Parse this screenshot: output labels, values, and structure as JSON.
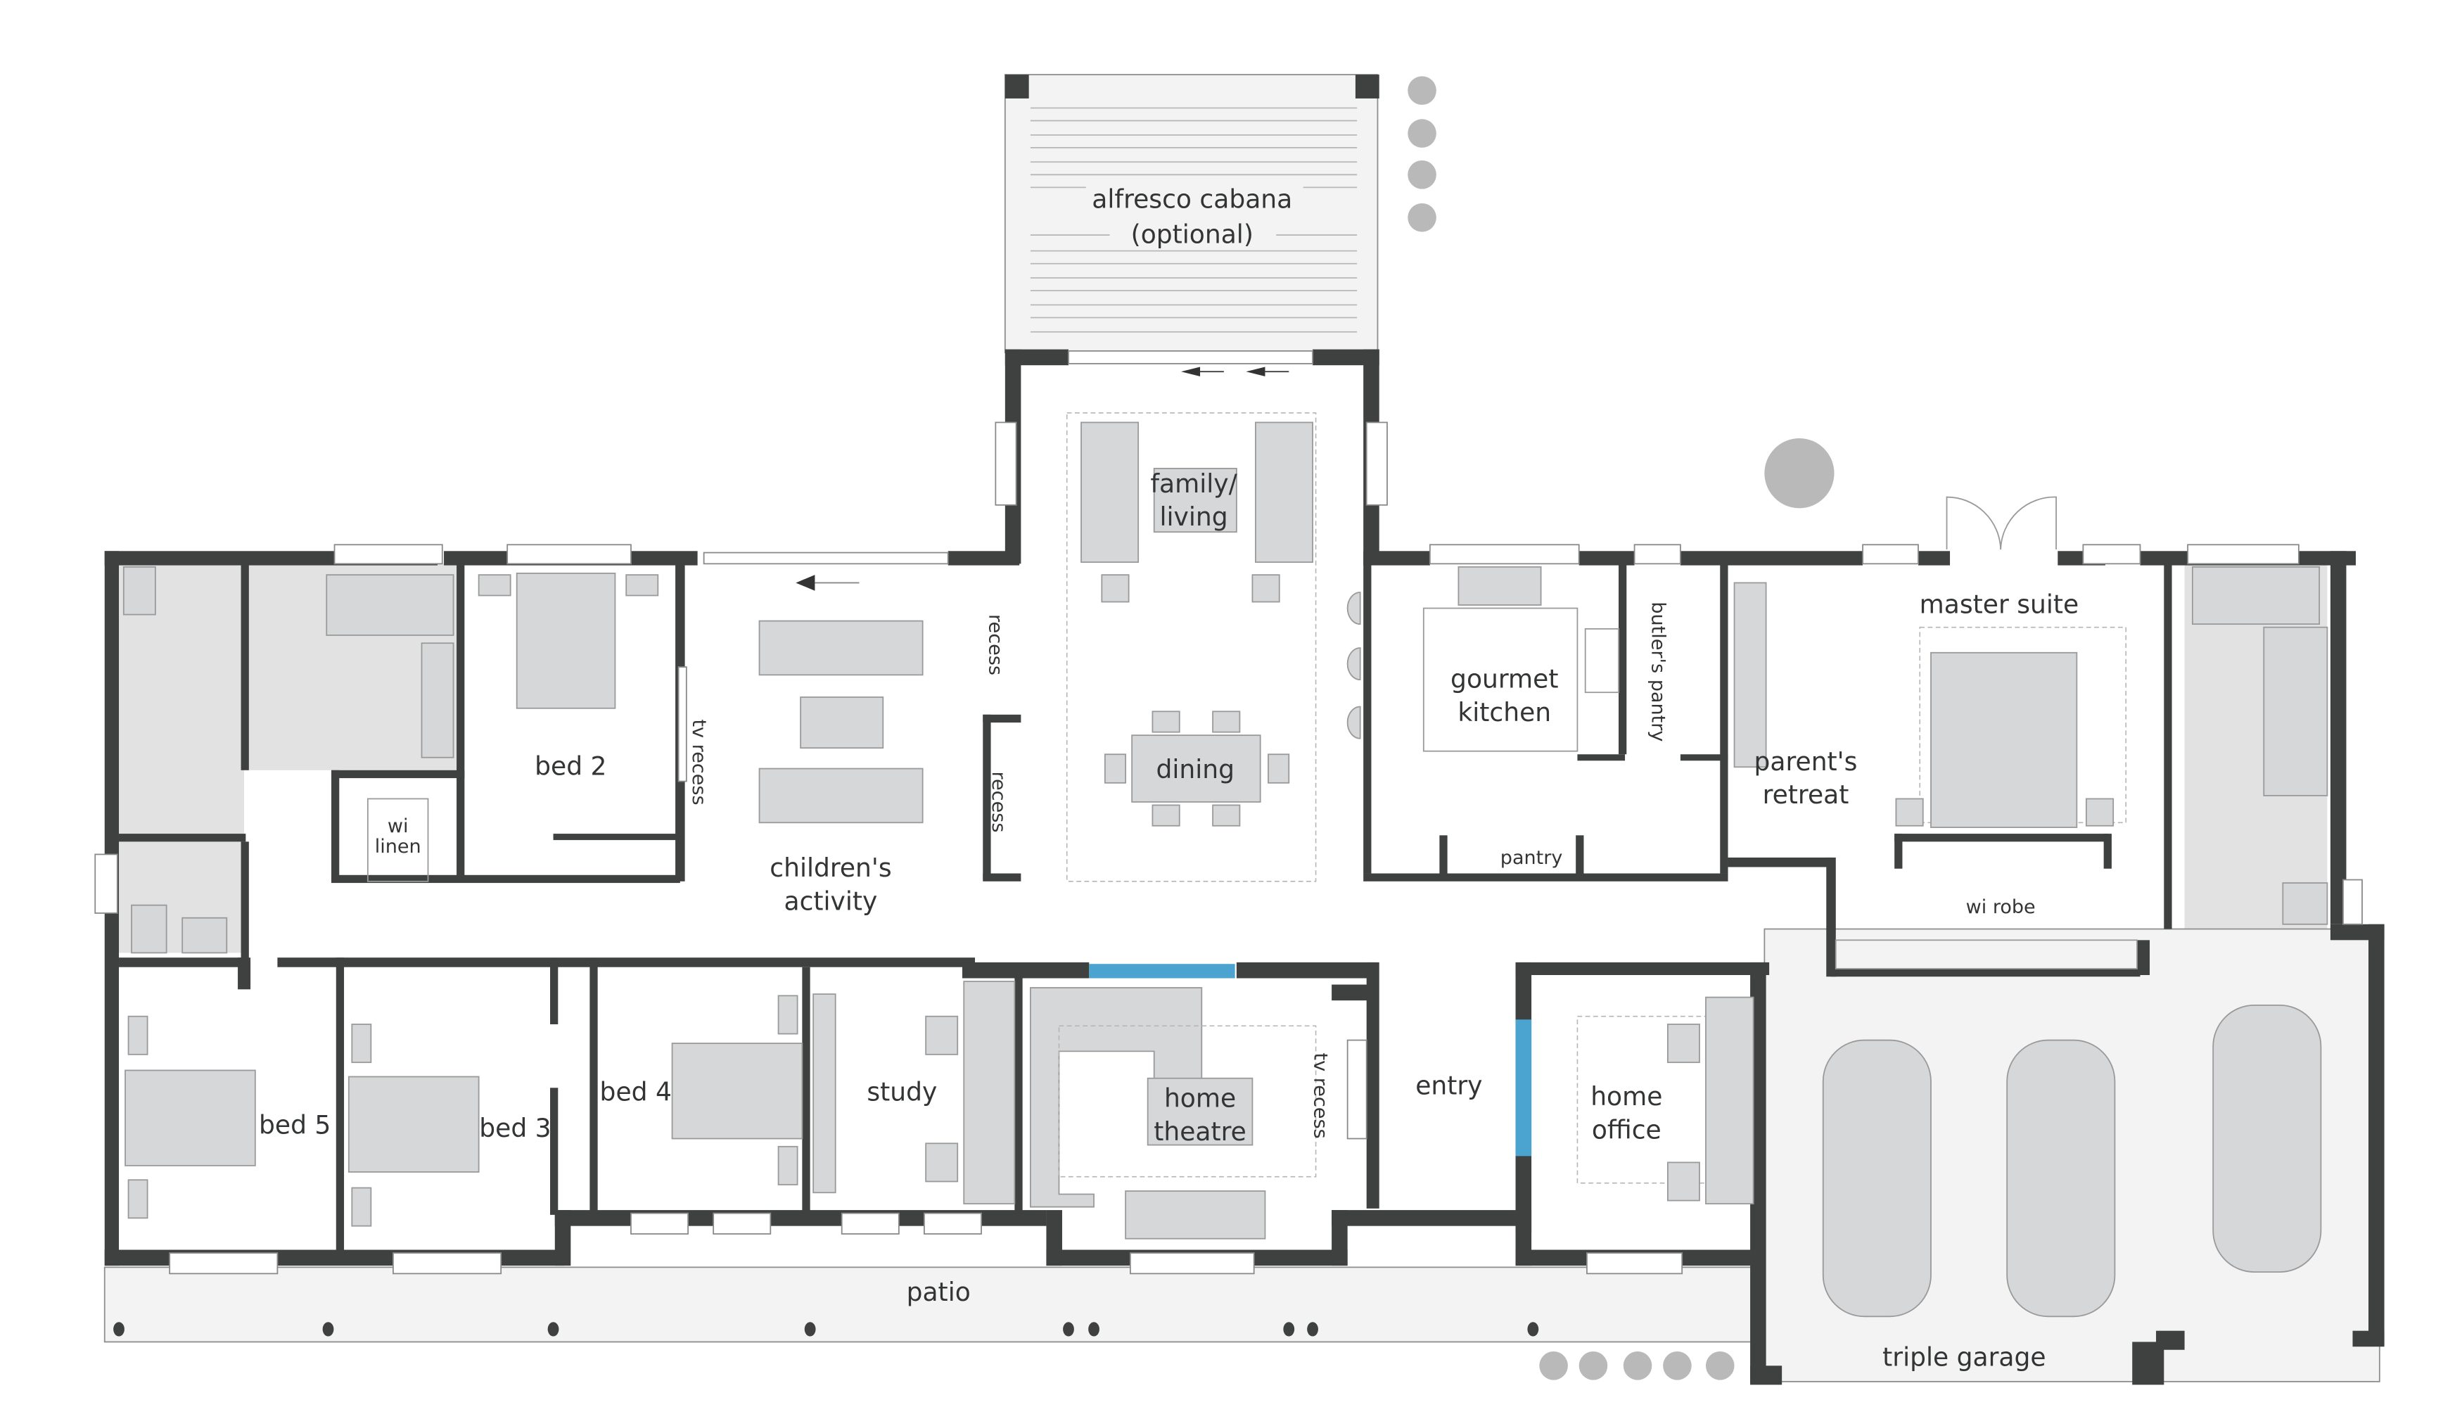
{
  "plan": {
    "colors": {
      "wall": "#3f4141",
      "accent_blue": "#4ba3cf",
      "furniture": "#d6d7d8",
      "outdoor": "#f3f3f3",
      "plant": "#b9b9b9"
    },
    "rooms": {
      "alfresco": {
        "line1": "alfresco cabana",
        "line2": "(optional)"
      },
      "family": {
        "line1": "family/",
        "line2": "living"
      },
      "dining": "dining",
      "kitchen": {
        "line1": "gourmet",
        "line2": "kitchen"
      },
      "butlers_pantry": "butler's pantry",
      "pantry": "pantry",
      "master": "master suite",
      "retreat": {
        "line1": "parent's",
        "line2": "retreat"
      },
      "wi_robe": "wi robe",
      "bed2": "bed 2",
      "wi_linen": {
        "line1": "wi",
        "line2": "linen"
      },
      "childrens": {
        "line1": "children's",
        "line2": "activity"
      },
      "recess_upper": "recess",
      "recess_lower": "recess",
      "tv_recess_activity": "tv recess",
      "tv_recess_theatre": "tv recess",
      "bed5": "bed 5",
      "bed3": "bed 3",
      "bed4": "bed 4",
      "study": "study",
      "theatre": {
        "line1": "home",
        "line2": "theatre"
      },
      "entry": "entry",
      "office": {
        "line1": "home",
        "line2": "office"
      },
      "garage": "triple garage",
      "patio": "patio"
    },
    "cars": 3,
    "patio_columns": 9,
    "garden_plants": 5
  }
}
